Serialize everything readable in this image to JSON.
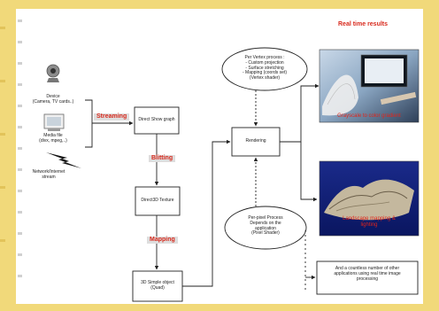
{
  "title": "Real time results",
  "sources": {
    "device": "Device\n(Camera, TV cards..)",
    "media_file": "Media file\n(divx, mpeg,..)",
    "network": "Network/Internet\nstream"
  },
  "boxes": {
    "directshow": "Direct Show graph",
    "texture": "Direct3D Texture",
    "object": "3D Simple object\n(Quad)",
    "rendering": "Rendering",
    "apps": "And a countless number of other\napplications using real time image\nprocessing"
  },
  "arrow_labels": {
    "streaming": "Streaming",
    "blitting": "Blitting",
    "mapping": "Mapping"
  },
  "ellipses": {
    "per_vertex": "Per Vertex process :\n- Custom projection\n- Surface stretching\n- Mapping (coords set)\n(Vertex shader)",
    "per_pixel": "Per-pixel Process\nDepends on the\napplication\n(Pixel Shader)"
  },
  "results": {
    "grayscale": "Grayscale to color gradient",
    "landscape": "Landscape mapping &\nlighting"
  },
  "colors": {
    "background": "#f1d97a",
    "panel": "#ffffff",
    "accent_red": "#d8291c",
    "line": "#222222"
  }
}
